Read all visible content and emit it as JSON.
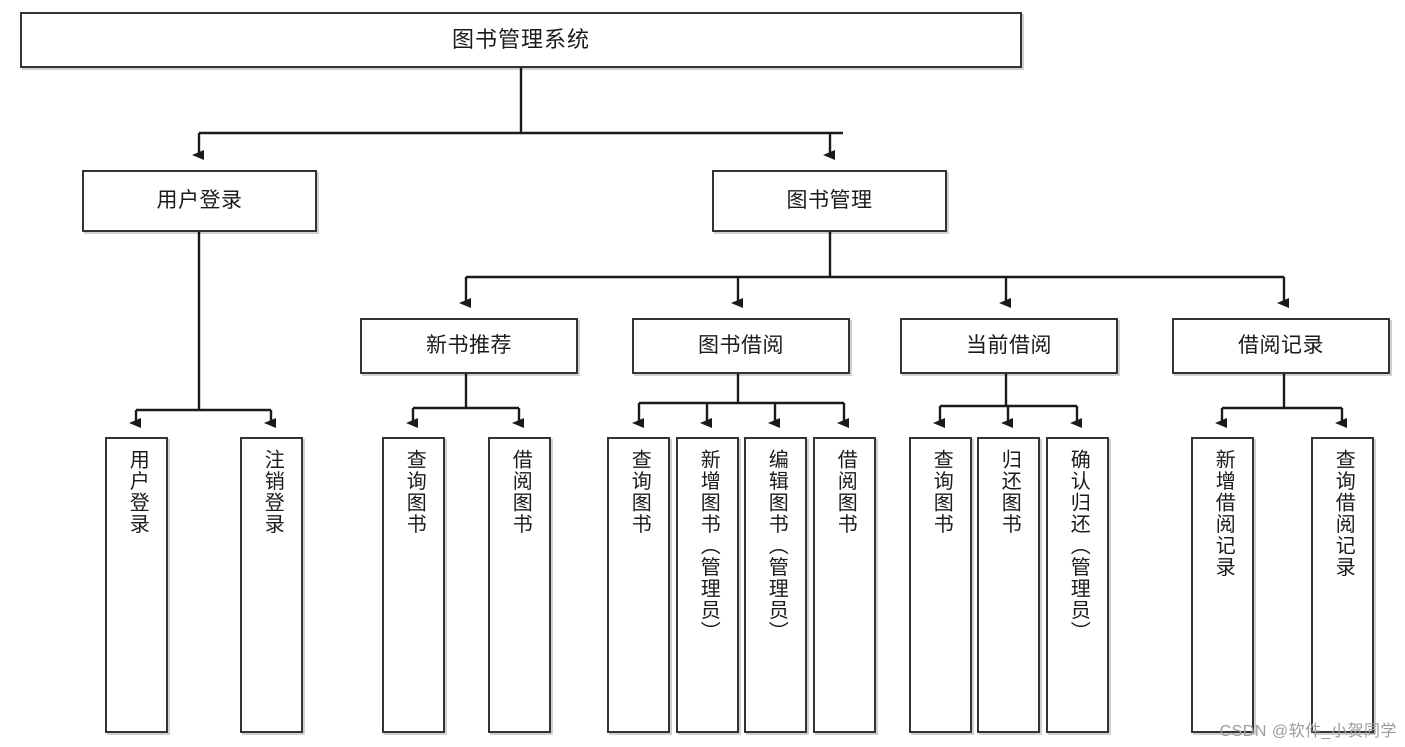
{
  "diagram": {
    "title": "图书管理系统",
    "watermark": "CSDN @软件_小贺同学",
    "colors": {
      "node_border": "#333333",
      "node_fill": "#ffffff",
      "edge": "#1a1a1a",
      "text": "#1b1b1b",
      "watermark": "#9b9b9b"
    },
    "levels": {
      "root": "图书管理系统",
      "level1": [
        "用户登录",
        "图书管理"
      ],
      "level2": [
        "新书推荐",
        "图书借阅",
        "当前借阅",
        "借阅记录"
      ]
    },
    "nodes": {
      "root": {
        "label": "图书管理系统"
      },
      "user_login": {
        "label": "用户登录"
      },
      "book_manage": {
        "label": "图书管理"
      },
      "new_book_rec": {
        "label": "新书推荐"
      },
      "book_borrow": {
        "label": "图书借阅"
      },
      "current_borrow": {
        "label": "当前借阅"
      },
      "borrow_record": {
        "label": "借阅记录"
      },
      "leaf_user_login": {
        "label": "用户登录"
      },
      "leaf_user_logout": {
        "label": "注销登录"
      },
      "leaf_rec_query": {
        "label": "查询图书"
      },
      "leaf_rec_borrow": {
        "label": "借阅图书"
      },
      "leaf_borrow_query": {
        "label": "查询图书"
      },
      "leaf_borrow_add": {
        "label": "新增图书（管理员）"
      },
      "leaf_borrow_edit": {
        "label": "编辑图书（管理员）"
      },
      "leaf_borrow_do": {
        "label": "借阅图书"
      },
      "leaf_current_query": {
        "label": "查询图书"
      },
      "leaf_current_return": {
        "label": "归还图书"
      },
      "leaf_current_confirm": {
        "label": "确认归还（管理员）"
      },
      "leaf_record_add": {
        "label": "新增借阅记录"
      },
      "leaf_record_query": {
        "label": "查询借阅记录"
      }
    }
  }
}
